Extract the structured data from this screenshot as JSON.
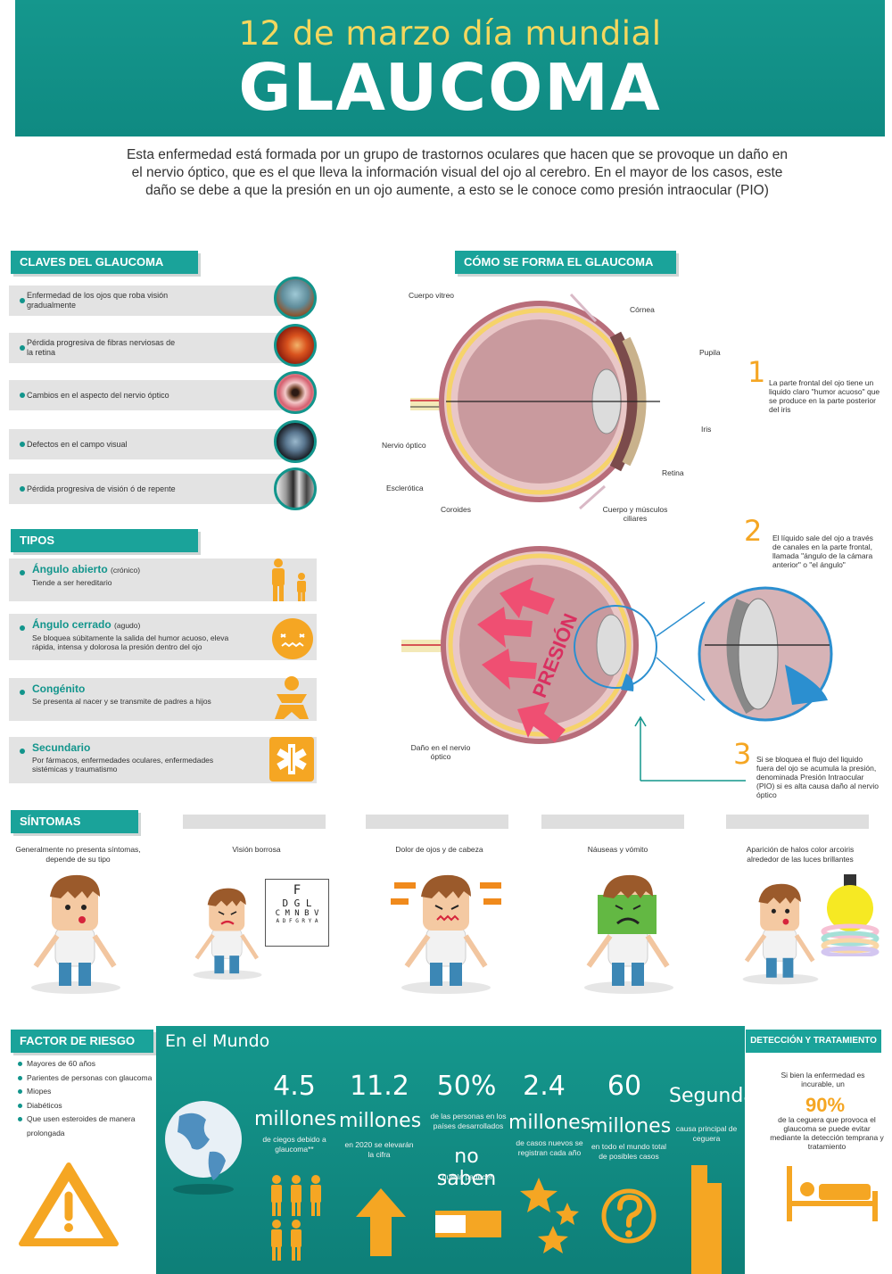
{
  "header": {
    "subtitle": "12 de marzo día mundial",
    "title": "GLAUCOMA"
  },
  "intro": "Esta enfermedad está formada por un grupo de trastornos oculares que hacen que se provoque un daño en el nervio óptico, que es el que lleva la información visual del ojo al cerebro. En el mayor de los casos, este daño se debe a que la presión en un ojo aumente, a esto se le conoce como presión intraocular (PIO)",
  "claves": {
    "heading": "CLAVES DEL GLAUCOMA",
    "items": [
      "Enfermedad de los ojos que roba visión gradualmente",
      "Pérdida progresiva de fibras nerviosas de la retina",
      "Cambios en el aspecto del nervio óptico",
      "Defectos en el campo visual",
      "Pérdida progresiva de visión ó de repente"
    ]
  },
  "como": {
    "heading": "CÓMO SE FORMA EL GLAUCOMA",
    "labels": {
      "cuerpo_vitreo": "Cuerpo vitreo",
      "cornea": "Córnea",
      "pupila": "Pupila",
      "iris": "Iris",
      "nervio": "Nervio óptico",
      "retina": "Retina",
      "esclerotica": "Esclerótica",
      "coroides": "Coroides",
      "ciliares": "Cuerpo y músculos ciliares",
      "dano": "Daño en el nervio óptico",
      "presion": "PRESIÓN"
    },
    "steps": [
      {
        "num": "1",
        "text": "La parte frontal del ojo tiene un liquido claro \"humor acuoso\" que se produce en la parte posterior del iris"
      },
      {
        "num": "2",
        "text": "El líquido sale del ojo a través de canales en la parte frontal, llamada \"ángulo de la cámara anterior\" o \"el ángulo\""
      },
      {
        "num": "3",
        "text": "Si se bloquea el flujo del liquido fuera del ojo se acumula la presión, denominada Presión Intraocular (PIO) si es alta causa daño al nervio óptico"
      }
    ]
  },
  "tipos": {
    "heading": "TIPOS",
    "items": [
      {
        "title": "Ángulo abierto",
        "qualifier": "(crónico)",
        "text": "Tiende a ser hereditario"
      },
      {
        "title": "Ángulo cerrado",
        "qualifier": "(agudo)",
        "text": "Se bloquea súbitamente la salida del humor acuoso, eleva rápida, intensa y dolorosa la presión dentro del ojo"
      },
      {
        "title": "Congénito",
        "qualifier": "",
        "text": "Se presenta al nacer y se transmite de padres a hijos"
      },
      {
        "title": "Secundario",
        "qualifier": "",
        "text": "Por fármacos, enfermedades oculares, enfermedades sistémicas y traumatismo"
      }
    ]
  },
  "sintomas": {
    "heading": "SÍNTOMAS",
    "items": [
      "Generalmente no presenta síntomas, depende de su tipo",
      "Visión borrosa",
      "Dolor de ojos y de cabeza",
      "Náuseas y vómito",
      "Aparición de halos color arcoiris alrededor de las luces brillantes"
    ],
    "chart_lines": [
      "F",
      "D G L",
      "C M N B V",
      "A D F G R Y A"
    ]
  },
  "riesgo": {
    "heading": "FACTOR DE RIESGO",
    "items": [
      "Mayores de 60 años",
      "Parientes de personas con glaucoma",
      "Miopes",
      "Diabéticos",
      "Que usen esteroides de manera prolongada"
    ]
  },
  "mundo": {
    "heading": "En el Mundo",
    "stats": [
      {
        "num": "4.5",
        "big": "millones",
        "small": "de ciegos debido a glaucoma**"
      },
      {
        "num": "11.2",
        "big": "millones",
        "small": "en 2020 se elevarán la cifra"
      },
      {
        "num": "50%",
        "big": "no saben",
        "small": "de las personas en los países desarrollados",
        "small2": "que la padecen"
      },
      {
        "num": "2.4",
        "big": "millones",
        "small": "de casos nuevos se registran cada año"
      },
      {
        "num": "60",
        "big": "millones",
        "small": "en todo el mundo total de posibles casos"
      },
      {
        "num": "",
        "big": "Segunda",
        "small": "causa principal de ceguera"
      }
    ]
  },
  "deteccion": {
    "heading": "DETECCIÓN Y TRATAMIENTO",
    "pre": "Si bien la enfermedad es incurable, un",
    "pct": "90%",
    "post": "de la ceguera que provoca el glaucoma se puede evitar mediante la detección temprana y tratamiento"
  },
  "colors": {
    "teal": "#12958c",
    "yellow": "#f4d75e",
    "orange": "#f5a623",
    "pink": "#e9446a"
  }
}
